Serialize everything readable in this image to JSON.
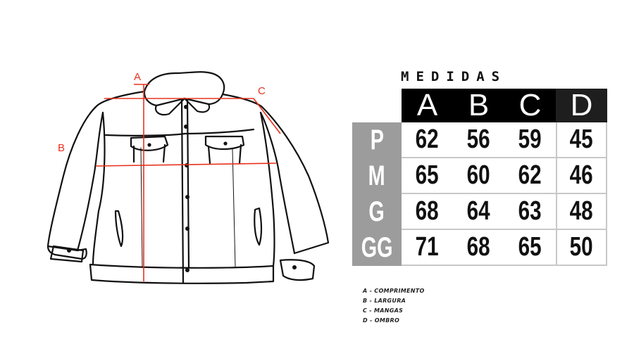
{
  "diagram": {
    "dimension_labels": [
      {
        "id": "A",
        "text": "A"
      },
      {
        "id": "B",
        "text": "B"
      },
      {
        "id": "C",
        "text": "C"
      }
    ],
    "line_color": "#e8321e",
    "outline_color": "#111111"
  },
  "table": {
    "title": "MEDIDAS",
    "columns": [
      "A",
      "B",
      "C",
      "D"
    ],
    "rows": [
      {
        "size": "P",
        "values": [
          "62",
          "56",
          "59",
          "45"
        ]
      },
      {
        "size": "M",
        "values": [
          "65",
          "60",
          "62",
          "46"
        ]
      },
      {
        "size": "G",
        "values": [
          "68",
          "64",
          "63",
          "48"
        ]
      },
      {
        "size": "GG",
        "values": [
          "71",
          "68",
          "65",
          "50"
        ]
      }
    ],
    "header_bg": "#000000",
    "size_bg": "#9d9c9d"
  },
  "legend": [
    {
      "text": "A - COMPRIMENTO"
    },
    {
      "text": "B - LARGURA"
    },
    {
      "text": "C - MANGAS"
    },
    {
      "text": "D - OMBRO"
    }
  ]
}
